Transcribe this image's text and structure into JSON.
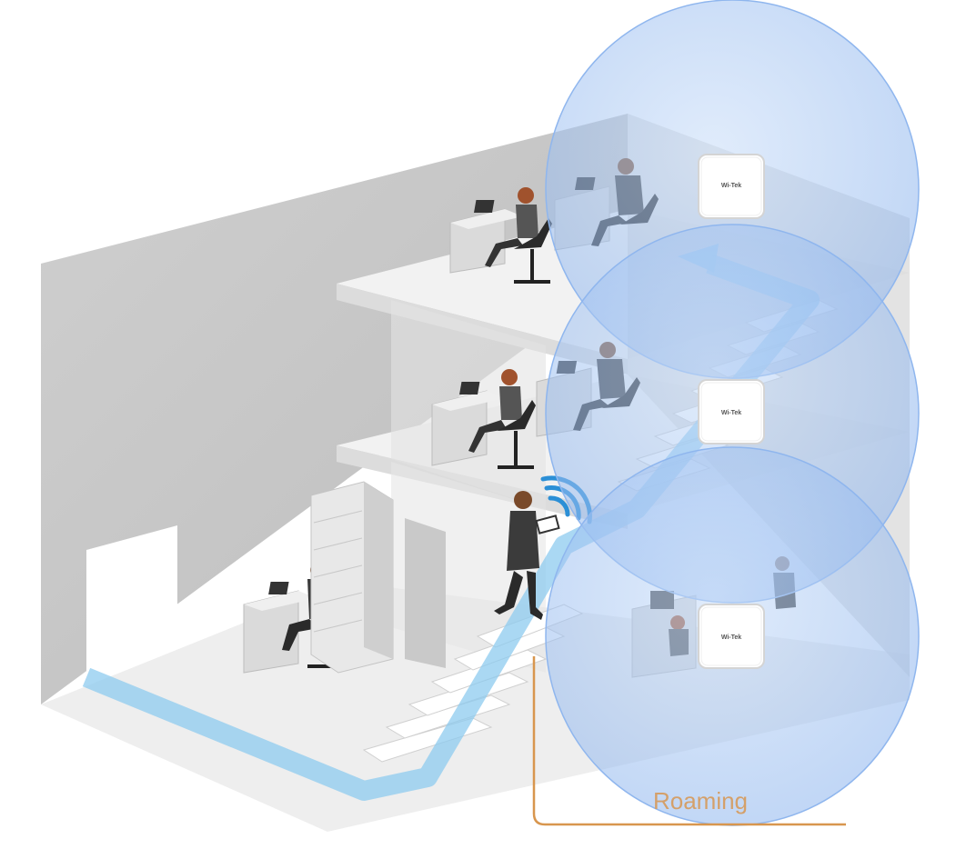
{
  "access_points": [
    {
      "brand": "Wi-Tek"
    },
    {
      "brand": "Wi-Tek"
    },
    {
      "brand": "Wi-Tek"
    }
  ],
  "annotation": {
    "label": "Roaming"
  },
  "colors": {
    "coverage": "#a9c9f5",
    "coverage_stroke": "#8fb6ee",
    "walls": "#c6c6c6",
    "floor": "#efefef",
    "path": "#8ecbef",
    "annotation_line": "#d8964e",
    "annotation_text": "#d4a06a",
    "wifi_signal": "#2b8fd6",
    "ap_body": "#ffffff"
  },
  "icons": [
    "office-worker-figure",
    "laptop-icon",
    "wifi-signal-icon",
    "access-point-icon",
    "server-rack",
    "staircase"
  ]
}
